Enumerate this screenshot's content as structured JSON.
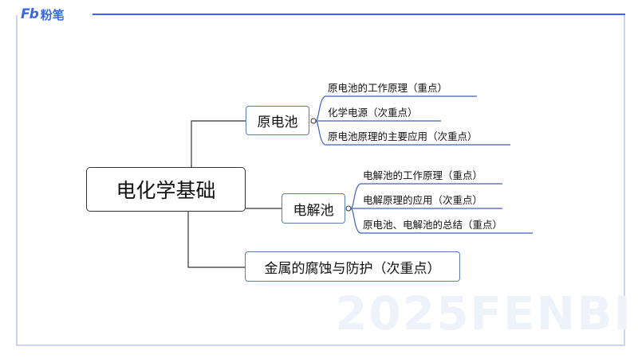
{
  "header": {
    "logo_mark": "Fb",
    "logo_text": "粉笔"
  },
  "diagram": {
    "root": "电化学基础",
    "branches": [
      {
        "label": "原电池",
        "items": [
          "原电池的工作原理（重点）",
          "化学电源（次重点）",
          "原电池原理的主要应用（次重点）"
        ]
      },
      {
        "label": "电解池",
        "items": [
          "电解池的工作原理（重点）",
          "电解原理的应用（次重点）",
          "原电池、电解池的总结（重点）"
        ]
      },
      {
        "label": "金属的腐蚀与防护（次重点）",
        "items": []
      }
    ]
  },
  "watermark": "2025FENBI",
  "colors": {
    "accent": "#3b66e6",
    "frame": "#c9d4f6",
    "branch_border": "#5a7fae",
    "leaf_line": "#3f62b8"
  }
}
